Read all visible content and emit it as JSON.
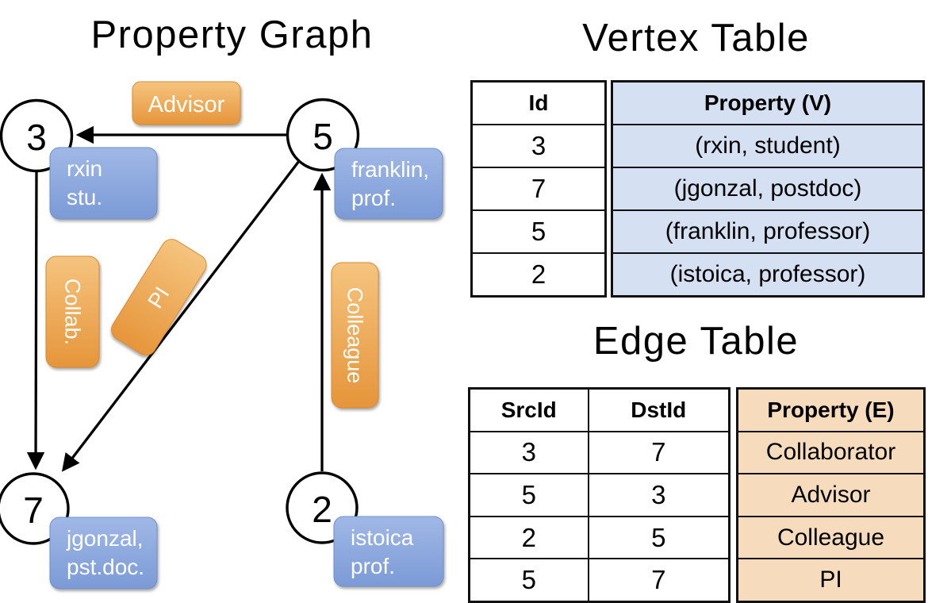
{
  "titles": {
    "property_graph": "Property Graph",
    "vertex_table": "Vertex Table",
    "edge_table": "Edge Table"
  },
  "graph": {
    "nodes": [
      {
        "id": "3",
        "prop_line1": "rxin",
        "prop_line2": "stu."
      },
      {
        "id": "5",
        "prop_line1": "franklin,",
        "prop_line2": "prof."
      },
      {
        "id": "7",
        "prop_line1": "jgonzal,",
        "prop_line2": "pst.doc."
      },
      {
        "id": "2",
        "prop_line1": "istoica",
        "prop_line2": "prof."
      }
    ],
    "edge_labels": {
      "advisor": "Advisor",
      "collab": "Collab.",
      "pi": "PI",
      "colleague": "Colleague"
    }
  },
  "vertex_table": {
    "headers": {
      "id": "Id",
      "property": "Property (V)"
    },
    "rows": [
      {
        "id": "3",
        "property": "(rxin, student)"
      },
      {
        "id": "7",
        "property": "(jgonzal, postdoc)"
      },
      {
        "id": "5",
        "property": "(franklin, professor)"
      },
      {
        "id": "2",
        "property": "(istoica, professor)"
      }
    ]
  },
  "edge_table": {
    "headers": {
      "src": "SrcId",
      "dst": "DstId",
      "property": "Property (E)"
    },
    "rows": [
      {
        "src": "3",
        "dst": "7",
        "property": "Collaborator"
      },
      {
        "src": "5",
        "dst": "3",
        "property": "Advisor"
      },
      {
        "src": "2",
        "dst": "5",
        "property": "Colleague"
      },
      {
        "src": "5",
        "dst": "7",
        "property": "PI"
      }
    ]
  },
  "colors": {
    "edge_label_orange_top": "#F5C47E",
    "edge_label_orange_bottom": "#E6953A",
    "vertex_label_blue_top": "#A0B8E6",
    "vertex_label_blue_bottom": "#7B9AD6",
    "vertex_property_column_bg": "#D5E0F3",
    "edge_property_column_bg": "#F6DCBD",
    "table_border": "#111111",
    "graph_line": "#000000"
  }
}
